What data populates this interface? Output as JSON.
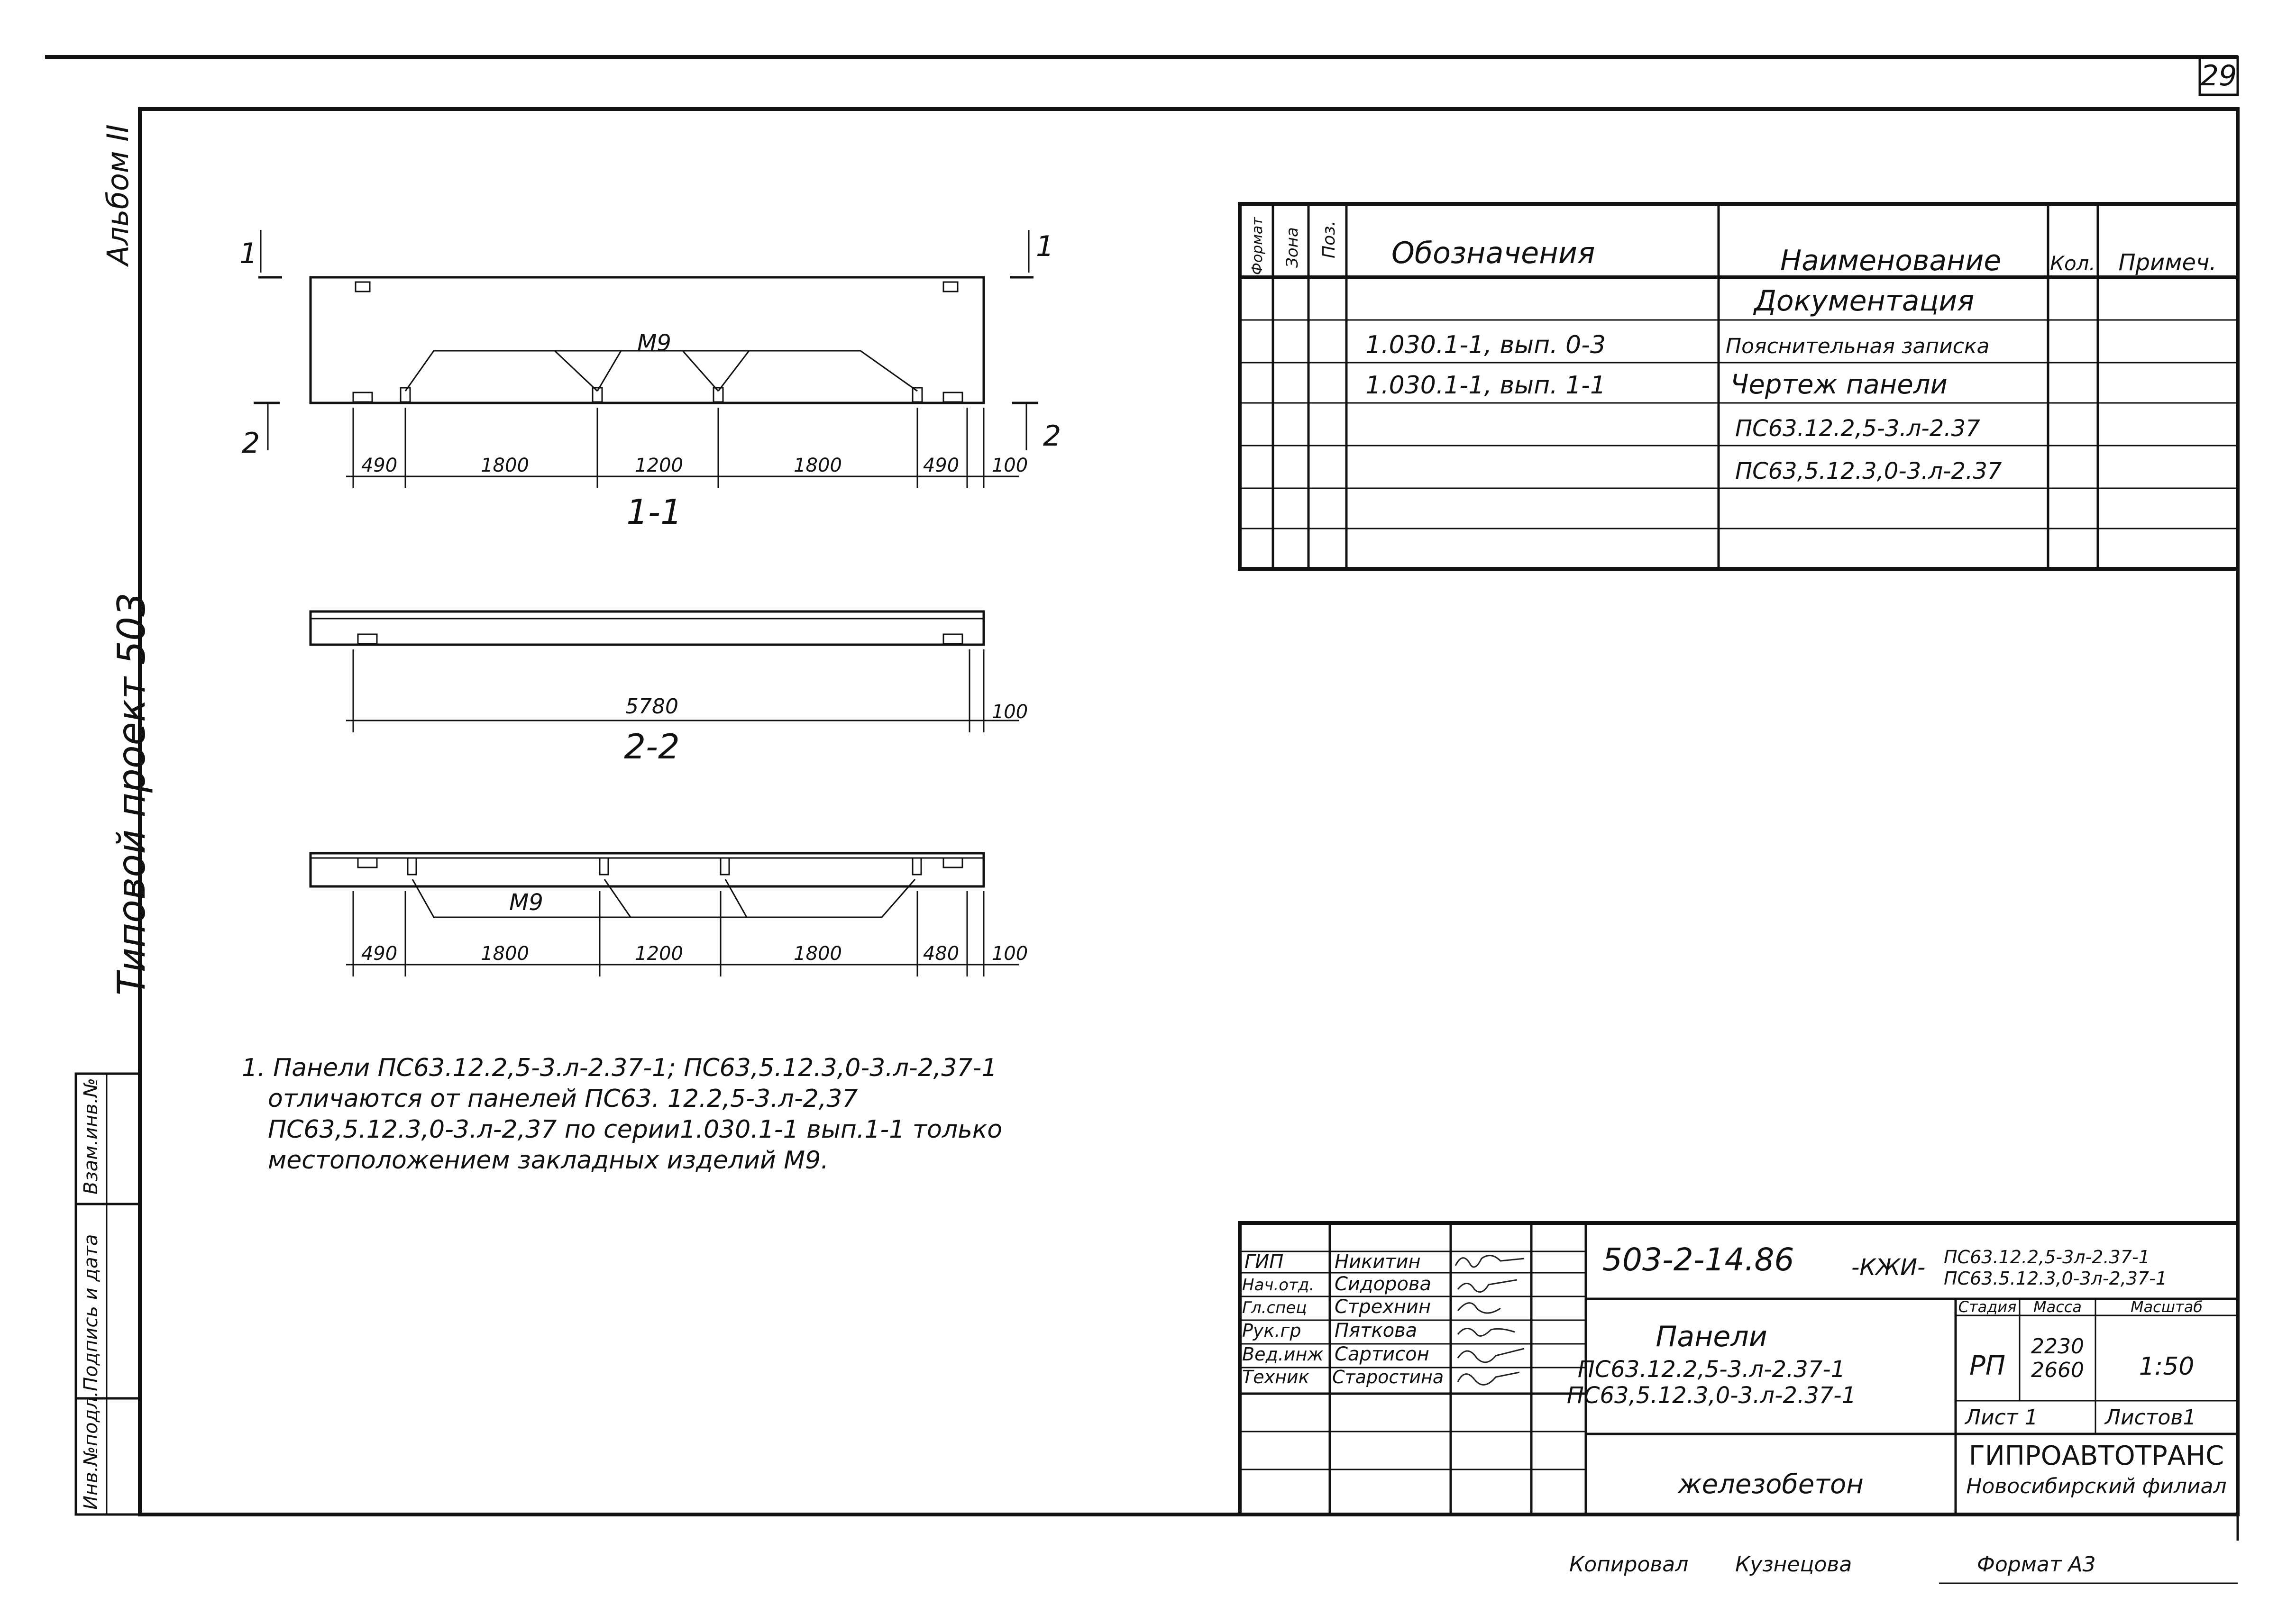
{
  "sheet_number": "29",
  "side_strip": {
    "album": "Альбом II",
    "project": "Типовой проект 503",
    "cells": [
      "Взам.инв.№",
      "Подпись и дата",
      "Инв.№подл."
    ]
  },
  "drawing": {
    "section_1_1": {
      "marker_top_left": "1",
      "marker_top_right": "1",
      "marker_bottom_left": "2",
      "marker_bottom_right": "2",
      "embed_label": "М9",
      "dims": [
        "490",
        "1800",
        "1200",
        "1800",
        "490",
        "100"
      ],
      "caption": "1-1"
    },
    "section_2_2": {
      "dims": [
        "5780",
        "100"
      ],
      "caption": "2-2"
    },
    "plan_view": {
      "embed_label": "М9",
      "dims": [
        "490",
        "1800",
        "1200",
        "1800",
        "480",
        "100"
      ]
    }
  },
  "note": [
    "1. Панели ПС63.12.2,5-3.л-2.37-1; ПС63,5.12.3,0-3.л-2,37-1",
    "отличаются от панелей ПС63. 12.2,5-3.л-2,37",
    "ПС63,5.12.3,0-3.л-2,37 по серии1.030.1-1 вып.1-1 только",
    "местоположением закладных изделий М9."
  ],
  "spec_table": {
    "headers": {
      "format": "Формат",
      "zone": "Зона",
      "pos": "Поз.",
      "designation": "Обозначения",
      "name": "Наименование",
      "qty": "Кол.",
      "note": "Примеч."
    },
    "rows": [
      {
        "designation": "",
        "name": "Документация"
      },
      {
        "designation": "1.030.1-1, вып. 0-3",
        "name": "Пояснительная записка"
      },
      {
        "designation": "1.030.1-1, вып. 1-1",
        "name": "Чертеж панели"
      },
      {
        "designation": "",
        "name": "ПС63.12.2,5-3.л-2.37"
      },
      {
        "designation": "",
        "name": "ПС63,5.12.3,0-3.л-2.37"
      },
      {
        "designation": "",
        "name": ""
      },
      {
        "designation": "",
        "name": ""
      }
    ]
  },
  "title_block": {
    "people": [
      {
        "role": "ГИП",
        "name": "Никитин"
      },
      {
        "role": "Нач.отд.",
        "name": "Сидорова"
      },
      {
        "role": "Гл.спец",
        "name": "Стрехнин"
      },
      {
        "role": "Рук.гр",
        "name": "Пяткова"
      },
      {
        "role": "Вед.инж",
        "name": "Сартисон"
      },
      {
        "role": "Техник",
        "name": "Старостина"
      }
    ],
    "code": "503-2-14.86",
    "code_suffix": "-КЖИ-",
    "code_right_1": "ПС63.12.2,5-3л-2.37-1",
    "code_right_2": "ПС63.5.12.3,0-3л-2,37-1",
    "title_1": "Панели",
    "title_2": "ПС63.12.2,5-3.л-2.37-1",
    "title_3": "ПС63,5.12.3,0-3.л-2.37-1",
    "stage_label": "Стадия",
    "mass_label": "Масса",
    "scale_label": "Масштаб",
    "stage": "РП",
    "mass_1": "2230",
    "mass_2": "2660",
    "scale": "1:50",
    "sheet_label": "Лист 1",
    "sheets_label": "Листов1",
    "material": "железобетон",
    "org_1": "ГИПРОАВТОТРАНС",
    "org_2": "Новосибирский филиал"
  },
  "footer": {
    "copied": "Копировал",
    "name": "Кузнецова",
    "format": "Формат А3"
  }
}
